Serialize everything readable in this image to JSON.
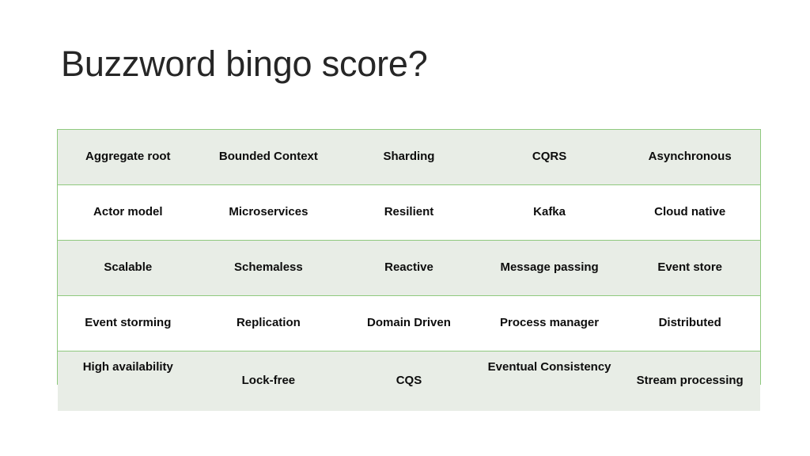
{
  "slide": {
    "title": "Buzzword bingo score?",
    "background_color": "#FFFFFF",
    "title_color": "#262626"
  },
  "table": {
    "border_color": "#8FC97E",
    "band_color": "#E8EDE6",
    "plain_color": "#FFFFFF",
    "text_color": "#0D0D0D",
    "columns": 5,
    "rows": [
      {
        "style": "band",
        "cells": [
          "Aggregate root",
          "Bounded Context",
          "Sharding",
          "CQRS",
          "Asynchronous"
        ]
      },
      {
        "style": "plain",
        "cells": [
          "Actor model",
          "Microservices",
          "Resilient",
          "Kafka",
          "Cloud native"
        ]
      },
      {
        "style": "band",
        "cells": [
          "Scalable",
          "Schemaless",
          "Reactive",
          "Message passing",
          "Event store"
        ]
      },
      {
        "style": "plain",
        "cells": [
          "Event storming",
          "Replication",
          "Domain Driven",
          "Process manager",
          "Distributed"
        ]
      },
      {
        "style": "band",
        "cells": [
          "High availability",
          "Lock-free",
          "CQS",
          "Eventual Consistency",
          "Stream processing"
        ]
      }
    ]
  }
}
